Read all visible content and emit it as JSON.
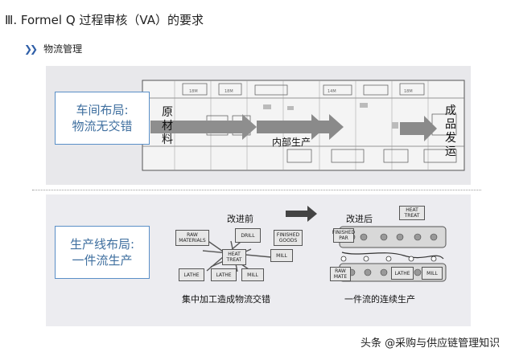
{
  "heading": "Ⅲ. Formel Q 过程审核（VA）的要求",
  "subheading": "物流管理",
  "top_panel": {
    "label_line1": "车间布局:",
    "label_line2": "物流无交错",
    "left_text": [
      "原",
      "材",
      "料"
    ],
    "right_text": [
      "成",
      "品",
      "发",
      "运"
    ],
    "center_text": "内部生产"
  },
  "bottom_panel": {
    "label_line1": "生产线布局:",
    "label_line2": "一件流生产",
    "before_title": "改进前",
    "after_title": "改进后",
    "before_caption": "集中加工造成物流交错",
    "after_caption": "一件流的连续生产",
    "before_boxes": {
      "raw": "RAW MATERIALS",
      "drill": "DRILL",
      "finished": "FINISHED GOODS",
      "heat": "HEAT TREAT",
      "mill": "MILL",
      "lathe1": "LATHE",
      "lathe2": "LATHE",
      "mill2": "MILL"
    },
    "after_boxes": {
      "heat": "HEAT TREAT",
      "finished": "FINISHED PAR",
      "raw": "RAW MATE",
      "lathe": "LATHE",
      "mill": "MILL"
    }
  },
  "watermark": "头条 @采购与供应链管理知识"
}
